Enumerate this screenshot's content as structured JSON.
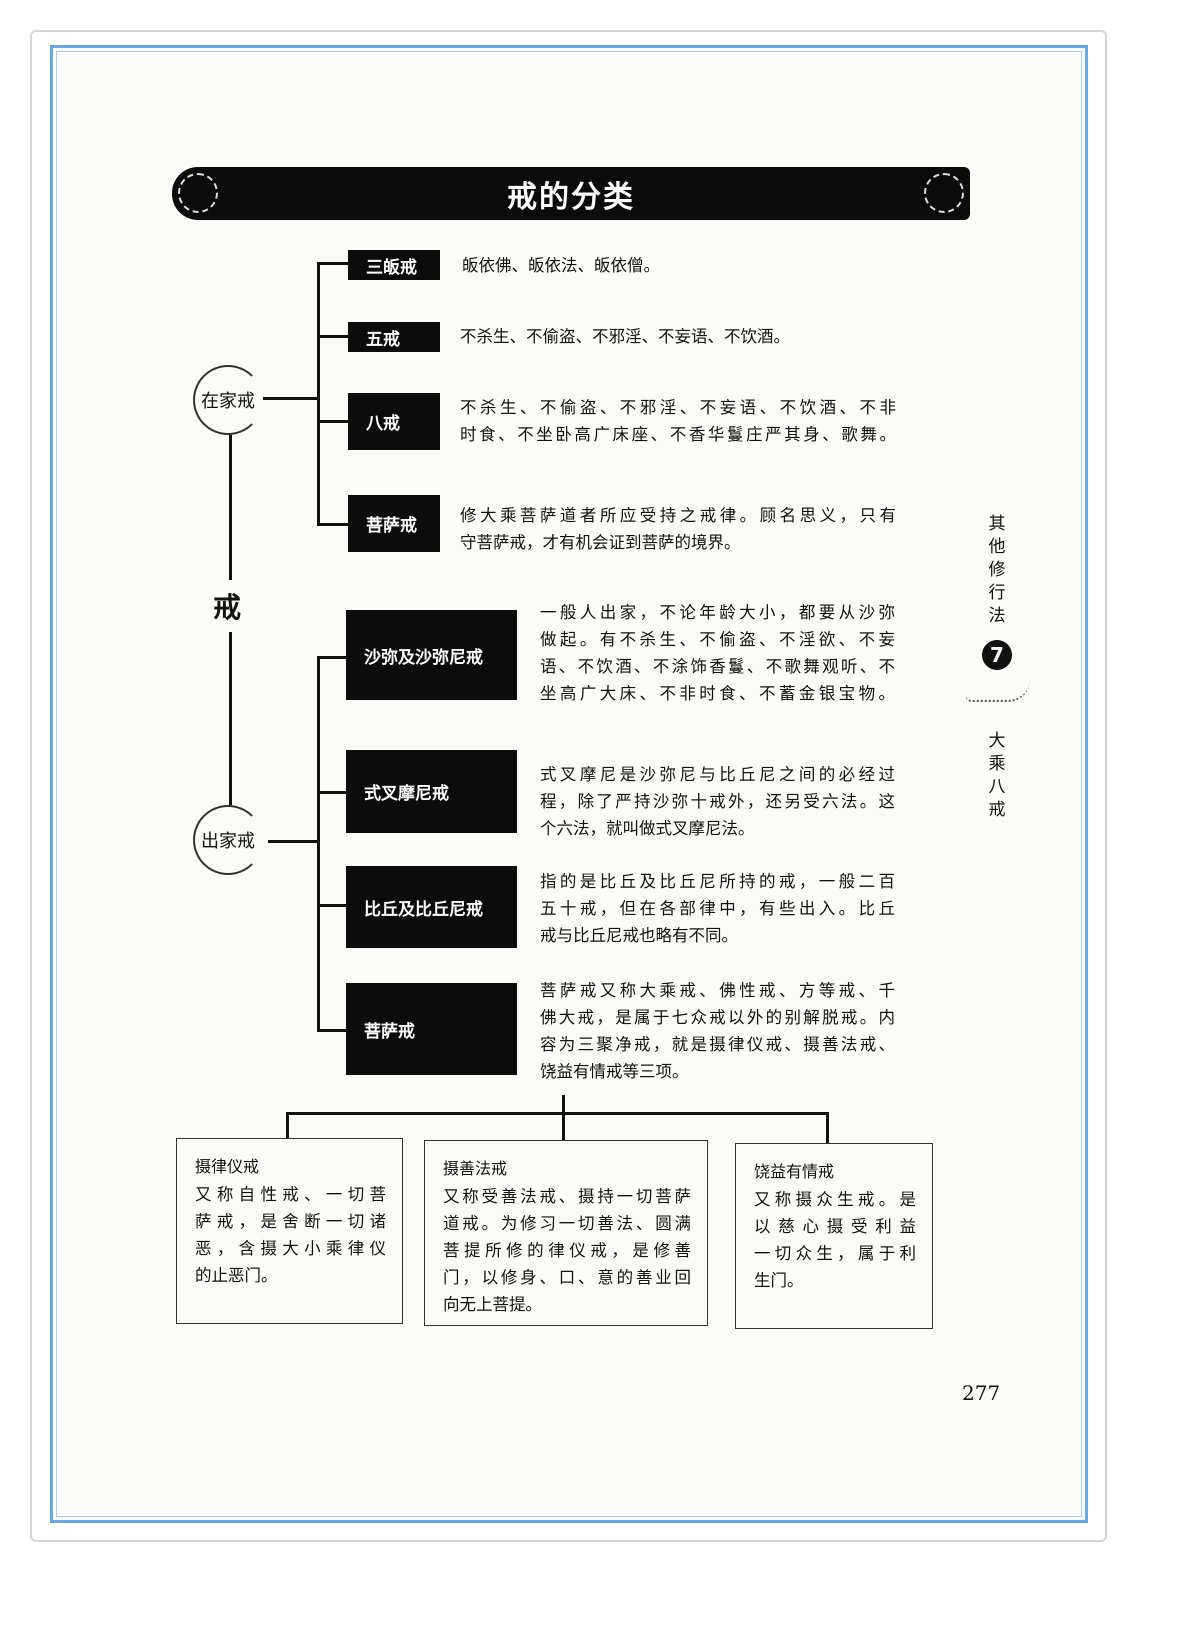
{
  "title": "戒的分类",
  "root": "戒",
  "lay": {
    "label": "在家戒",
    "items": [
      {
        "name": "三皈戒",
        "lines": [
          "皈依佛、皈依法、皈依僧。"
        ]
      },
      {
        "name": "五戒",
        "lines": [
          "不杀生、不偷盗、不邪淫、不妄语、不饮酒。"
        ]
      },
      {
        "name": "八戒",
        "lines": [
          "不杀生、不偷盗、不邪淫、不妄语、不饮酒、不非",
          "时食、不坐卧高广床座、不香华鬘庄严其身、歌舞。"
        ]
      },
      {
        "name": "菩萨戒",
        "lines": [
          "修大乘菩萨道者所应受持之戒律。顾名思义，只有",
          "守菩萨戒，才有机会证到菩萨的境界。"
        ]
      }
    ]
  },
  "monastic": {
    "label": "出家戒",
    "items": [
      {
        "name": "沙弥及沙弥尼戒",
        "lines": [
          "一般人出家，不论年龄大小，都要从沙弥",
          "做起。有不杀生、不偷盗、不淫欲、不妄",
          "语、不饮酒、不涂饰香鬘、不歌舞观听、不",
          "坐高广大床、不非时食、不蓄金银宝物。"
        ]
      },
      {
        "name": "式叉摩尼戒",
        "lines": [
          "式叉摩尼是沙弥尼与比丘尼之间的必经过",
          "程，除了严持沙弥十戒外，还另受六法。这",
          "个六法，就叫做式叉摩尼法。"
        ]
      },
      {
        "name": "比丘及比丘尼戒",
        "lines": [
          "指的是比丘及比丘尼所持的戒，一般二百",
          "五十戒，但在各部律中，有些出入。比丘",
          "戒与比丘尼戒也略有不同。"
        ]
      },
      {
        "name": "菩萨戒",
        "lines": [
          "菩萨戒又称大乘戒、佛性戒、方等戒、千",
          "佛大戒，是属于七众戒以外的别解脱戒。内",
          "容为三聚净戒，就是摄律仪戒、摄善法戒、",
          "饶益有情戒等三项。"
        ]
      }
    ]
  },
  "three": [
    {
      "name": "摄律仪戒",
      "lines": [
        "又称自性戒、一切菩",
        "萨戒，是舍断一切诸",
        "恶，含摄大小乘律仪",
        "的止恶门。"
      ]
    },
    {
      "name": "摄善法戒",
      "lines": [
        "又称受善法戒、摄持一切菩萨",
        "道戒。为修习一切善法、圆满",
        "菩提所修的律仪戒，是修善",
        "门，以修身、口、意的善业回",
        "向无上菩提。"
      ]
    },
    {
      "name": "饶益有情戒",
      "lines": [
        "又称摄众生戒。是",
        "以慈心摄受利益",
        "一切众生，属于利",
        "生门。"
      ]
    }
  ],
  "side": {
    "chapter": "其他修行法",
    "number": "7",
    "section": "大乘八戒"
  },
  "page_number": "277"
}
